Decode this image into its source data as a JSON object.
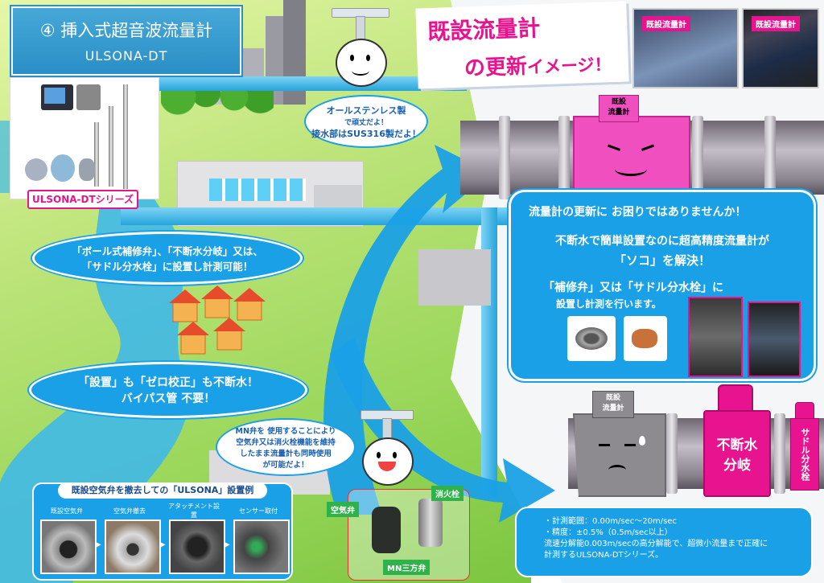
{
  "header": {
    "title": "④ 挿入式超音波流量計",
    "subtitle": "ULSONA-DT"
  },
  "product_series_label": "ULSONA-DTシリーズ",
  "mascot_top": {
    "line1": "オールステンレス製",
    "line2": "で頑丈だよ！",
    "line3": "接水部はSUS316製だよ！"
  },
  "left_bubbles": {
    "ball_valve": {
      "line1": "「ボール式補修弁」、「不断水分岐」又は、",
      "line2": "「サドル分水栓」に設置し計測可能！"
    },
    "zero_correction": {
      "line1": "「設置」も「ゼロ校正」も不断水！",
      "line2": "バイパス管 不要！"
    }
  },
  "mn_bubble": {
    "line1": "MN弁を 使用することにより",
    "line2": "空気弁又は消火栓機能を維持",
    "line3": "したまま流量計も同時使用",
    "line4": "が可能だよ！"
  },
  "air_valve_example": {
    "title": "既設空気弁を撤去しての「ULSONA」設置例",
    "steps": [
      "既設空気弁",
      "空気弁撤去",
      "アタッチメント設置",
      "センサー取付"
    ]
  },
  "mn_labels": {
    "air": "空気弁",
    "fire": "消火栓",
    "mn": "MN三方弁"
  },
  "renewal_title": {
    "line1": "既設流量計",
    "line2_a": "の更新",
    "line2_b": "イメージ！"
  },
  "photo_tags": {
    "left": "既設流量計",
    "right": "既設流量計"
  },
  "existing_meter_tag": {
    "line1": "既設",
    "line2": "流量計"
  },
  "existing_meter_tag2": {
    "line1": "既設",
    "line2": "流量計"
  },
  "info_panel": {
    "line1": "流量計の更新に お困りではありませんか！",
    "line2": "不断水で簡単設置なのに超高精度流量計が",
    "line3": "「ソコ」を解決！",
    "line4": "「補修弁」又は「サドル分水栓」に",
    "line5": "設置し計測を行います。"
  },
  "bottom_labels": {
    "fudansui": "不断水",
    "bunki": "分岐",
    "saddle": "サドル分水栓"
  },
  "specs": {
    "line1": "・計測範囲：0.00m/sec〜20m/sec",
    "line2": "・精度：±0.5%（0.5m/sec以上）",
    "line3": "流速分解能0.003m/secの高分解能で、超微小流量まで正確に",
    "line4": "計測するULSONA-DTシリーズ。"
  },
  "colors": {
    "accent_blue": "#1aa0e6",
    "magenta": "#e8138f",
    "green": "#8fd14f",
    "pink_meter": "#f04fc0"
  }
}
